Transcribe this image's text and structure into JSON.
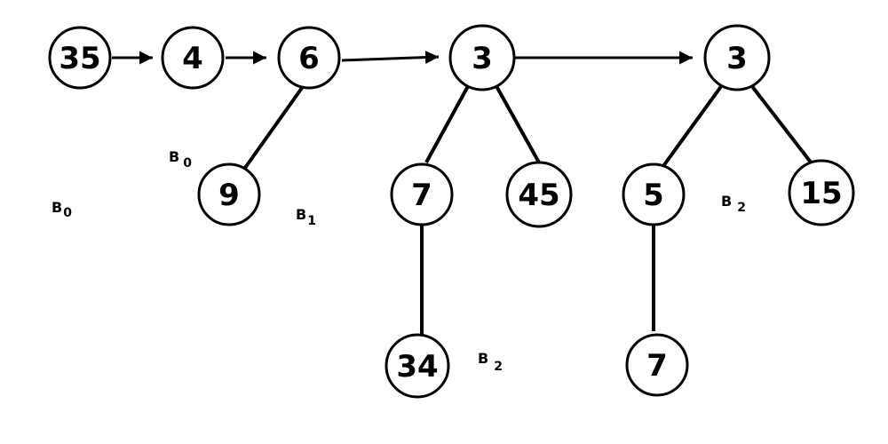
{
  "nodes": {
    "n35": "35",
    "n4": "4",
    "n6": "6",
    "n9": "9",
    "n3a": "3",
    "n7a": "7",
    "n45": "45",
    "n34": "34",
    "n3b": "3",
    "n5": "5",
    "n15": "15",
    "n7b": "7"
  },
  "labels": {
    "b0_left": {
      "main": "B",
      "sub": "0"
    },
    "b0_upper": {
      "main": "B",
      "sub": "0"
    },
    "b1": {
      "main": "B",
      "sub": "1"
    },
    "b2_bottom": {
      "main": "B",
      "sub": "2"
    },
    "b2_right": {
      "main": "B",
      "sub": "2"
    }
  },
  "colors": {
    "stroke": "#000000",
    "background": "#ffffff"
  }
}
